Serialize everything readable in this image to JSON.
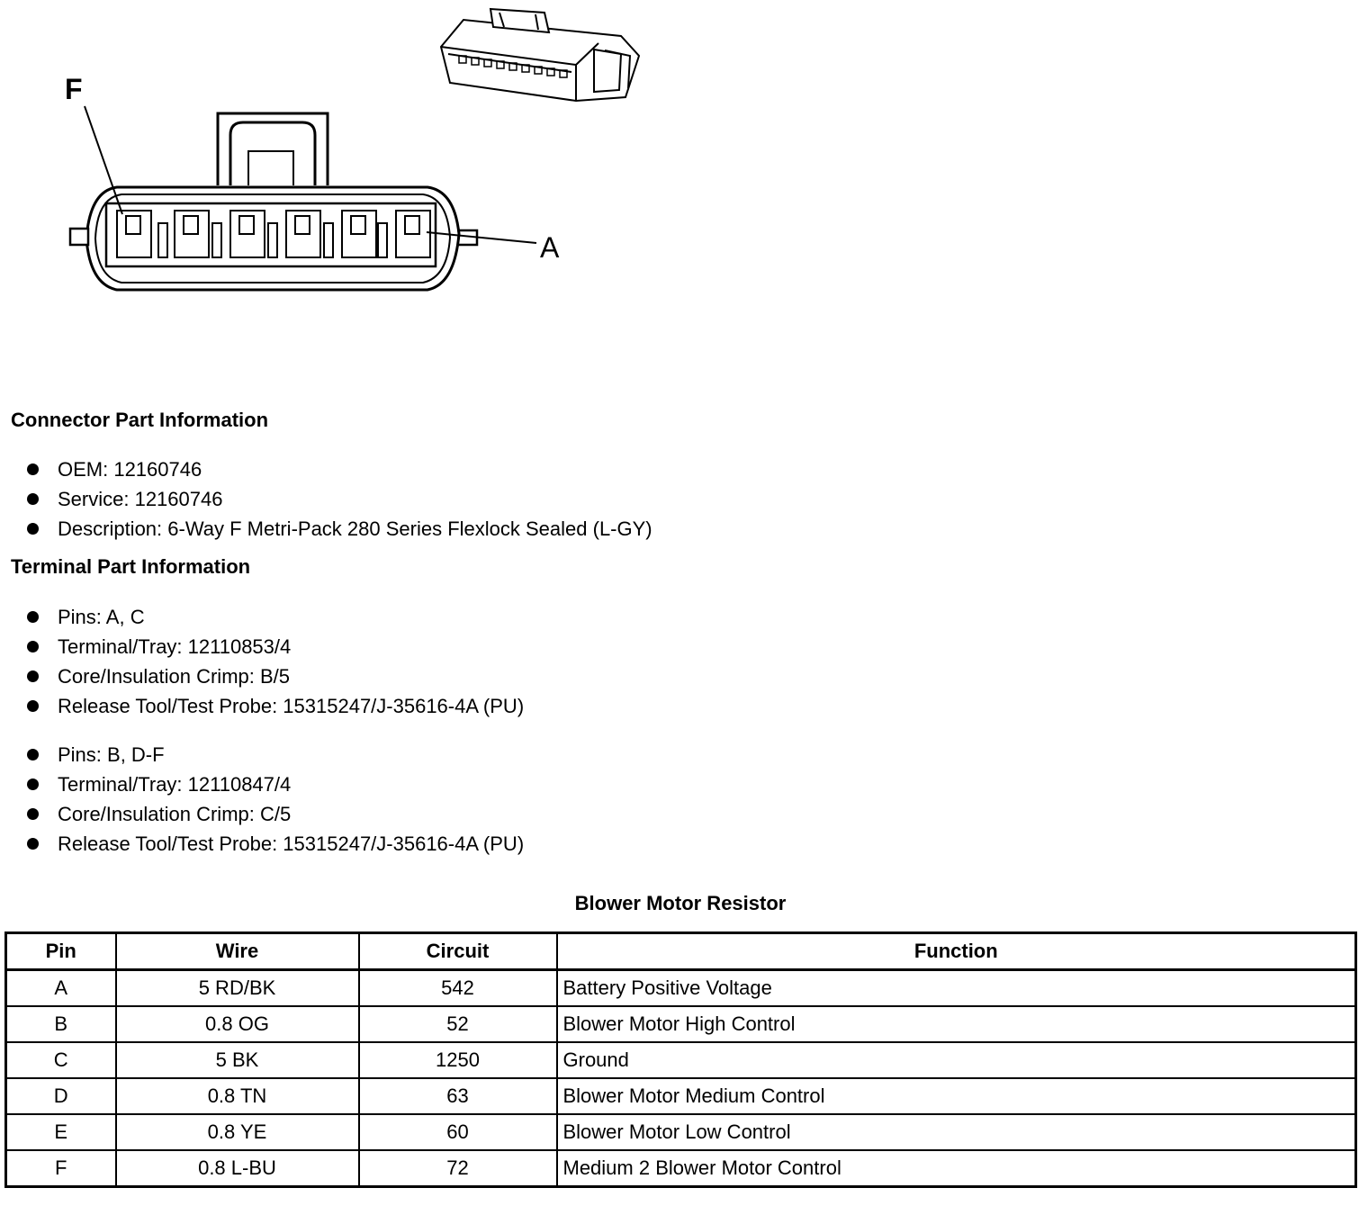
{
  "figure": {
    "labels": {
      "left_pin": "F",
      "right_pin": "A"
    }
  },
  "connector_info": {
    "heading": "Connector Part Information",
    "items": [
      "OEM: 12160746",
      "Service: 12160746",
      "Description: 6-Way F Metri-Pack 280 Series Flexlock Sealed (L-GY)"
    ]
  },
  "terminal_info": {
    "heading": "Terminal Part Information",
    "group1": [
      "Pins: A, C",
      "Terminal/Tray: 12110853/4",
      "Core/Insulation Crimp: B/5",
      "Release Tool/Test Probe: 15315247/J-35616-4A (PU)"
    ],
    "group2": [
      "Pins: B, D-F",
      "Terminal/Tray: 12110847/4",
      "Core/Insulation Crimp: C/5",
      "Release Tool/Test Probe: 15315247/J-35616-4A (PU)"
    ]
  },
  "pin_table": {
    "title": "Blower Motor Resistor",
    "headers": {
      "pin": "Pin",
      "wire": "Wire",
      "circuit": "Circuit",
      "function": "Function"
    },
    "rows": [
      {
        "pin": "A",
        "wire": "5 RD/BK",
        "circuit": "542",
        "function": "Battery Positive Voltage"
      },
      {
        "pin": "B",
        "wire": "0.8 OG",
        "circuit": "52",
        "function": "Blower Motor High Control"
      },
      {
        "pin": "C",
        "wire": "5 BK",
        "circuit": "1250",
        "function": "Ground"
      },
      {
        "pin": "D",
        "wire": "0.8 TN",
        "circuit": "63",
        "function": "Blower Motor Medium Control"
      },
      {
        "pin": "E",
        "wire": "0.8 YE",
        "circuit": "60",
        "function": "Blower Motor Low Control"
      },
      {
        "pin": "F",
        "wire": "0.8 L-BU",
        "circuit": "72",
        "function": "Medium 2 Blower Motor Control"
      }
    ]
  }
}
